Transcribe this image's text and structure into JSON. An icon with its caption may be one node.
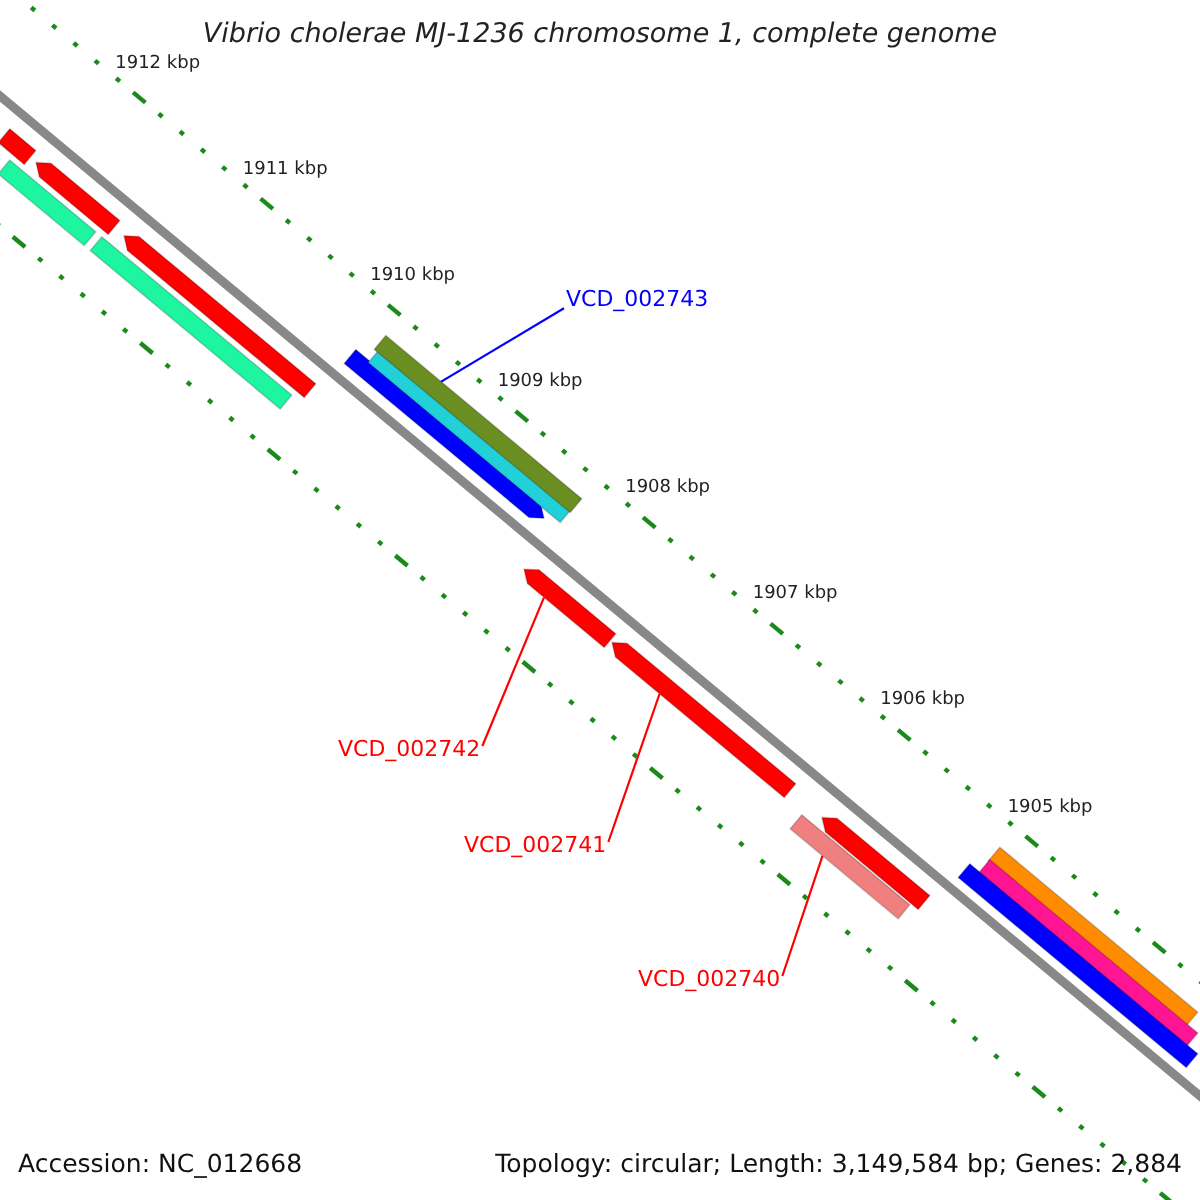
{
  "diagram": {
    "title": "Vibrio cholerae MJ-1236 chromosome 1, complete genome",
    "nodes": [
      {
        "text": [
          "VCD_002743"
        ]
      },
      {
        "text": [],
        "shape": "bar"
      },
      {
        "text": [
          "VCD_002742"
        ]
      },
      {
        "text": [],
        "shape": "bar"
      },
      {
        "text": [
          "VCD_002741"
        ]
      },
      {
        "text": [],
        "shape": "bar"
      },
      {
        "text": [
          "VCD_002740"
        ]
      },
      {
        "text": [],
        "shape": "bar"
      },
      {
        "text": [],
        "shape": "bar"
      },
      {
        "text": [],
        "shape": "bar"
      },
      {
        "text": [],
        "shape": "bar"
      },
      {
        "text": [],
        "shape": "bar"
      },
      {
        "text": [],
        "shape": "bar"
      },
      {
        "text": [],
        "shape": "bar"
      },
      {
        "text": [],
        "shape": "bar"
      },
      {
        "text": [],
        "shape": "bar"
      },
      {
        "text": [],
        "shape": "bar"
      },
      {
        "text": [],
        "shape": "bar"
      },
      {
        "text": [],
        "shape": "bar"
      }
    ],
    "edges": [
      {
        "from": 0,
        "to": 1,
        "arrow": "none",
        "color": "#0000ff"
      },
      {
        "from": 2,
        "to": 3,
        "arrow": "none"
      },
      {
        "from": 4,
        "to": 5,
        "arrow": "none"
      },
      {
        "from": 6,
        "to": 7,
        "arrow": "none"
      }
    ],
    "labels": [
      "1912 kbp",
      "1911 kbp",
      "1910 kbp",
      "1909 kbp",
      "1908 kbp",
      "1907 kbp",
      "1906 kbp",
      "1905 kbp",
      "Accession: NC_012668",
      "Topology: circular; Length: 3,149,584 bp; Genes: 2,884"
    ]
  }
}
